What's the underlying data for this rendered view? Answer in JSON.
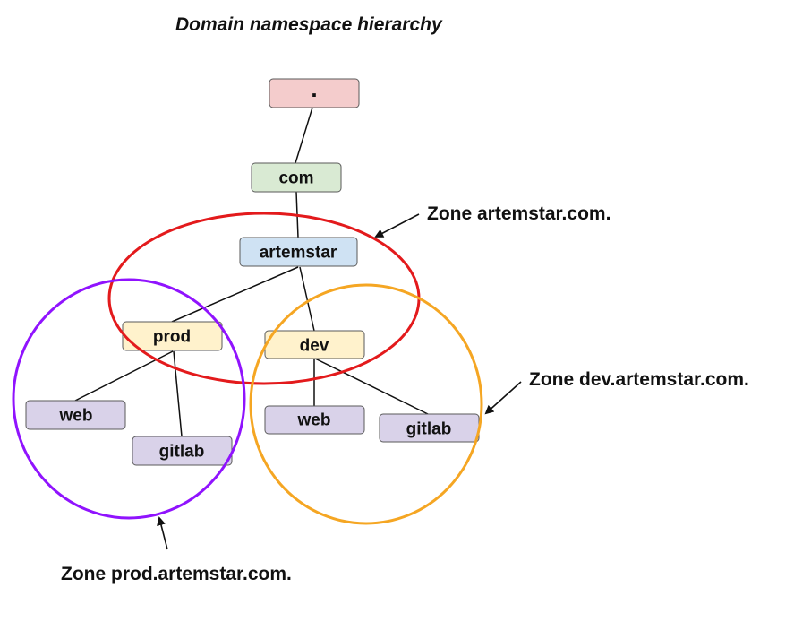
{
  "title": "Domain namespace hierarchy",
  "colors": {
    "root": "#f4cccc",
    "tld": "#d9ead3",
    "domain": "#cfe2f3",
    "subdomain": "#fff2cc",
    "host": "#d9d2e9",
    "zone_artemstar": "#e31a1c",
    "zone_prod": "#9013fe",
    "zone_dev": "#f5a623"
  },
  "nodes": {
    "root": {
      "label": "."
    },
    "com": {
      "label": "com"
    },
    "artemstar": {
      "label": "artemstar"
    },
    "prod": {
      "label": "prod"
    },
    "dev": {
      "label": "dev"
    },
    "prod_web": {
      "label": "web"
    },
    "prod_gitlab": {
      "label": "gitlab"
    },
    "dev_web": {
      "label": "web"
    },
    "dev_gitlab": {
      "label": "gitlab"
    }
  },
  "edges": [
    [
      "root",
      "com"
    ],
    [
      "com",
      "artemstar"
    ],
    [
      "artemstar",
      "prod"
    ],
    [
      "artemstar",
      "dev"
    ],
    [
      "prod",
      "prod_web"
    ],
    [
      "prod",
      "prod_gitlab"
    ],
    [
      "dev",
      "dev_web"
    ],
    [
      "dev",
      "dev_gitlab"
    ]
  ],
  "zones": {
    "artemstar": {
      "label": "Zone artemstar.com."
    },
    "dev": {
      "label": "Zone dev.artemstar.com."
    },
    "prod": {
      "label": "Zone prod.artemstar.com."
    }
  }
}
